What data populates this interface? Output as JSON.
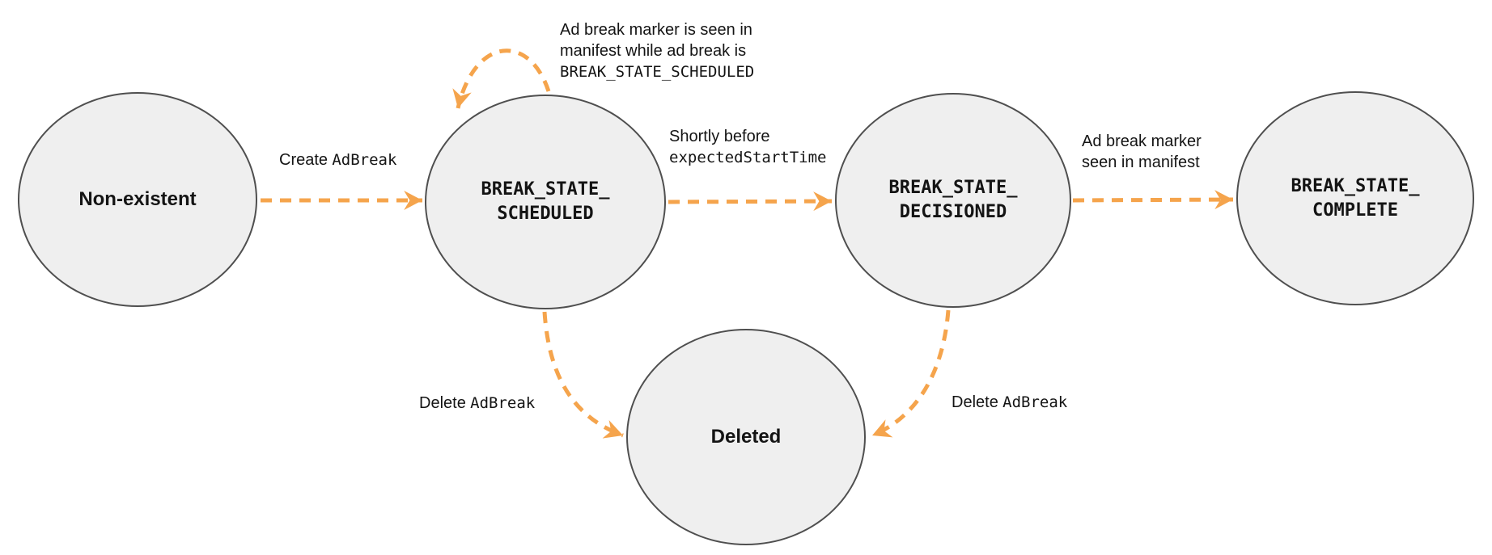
{
  "colors": {
    "arrow": "#F5A44C",
    "node_fill": "#EFEFEF",
    "node_border": "#4F4F4F",
    "text": "#141414"
  },
  "states": {
    "non_existent": {
      "label": "Non-existent"
    },
    "scheduled": {
      "line1": "BREAK_STATE_",
      "line2": "SCHEDULED"
    },
    "decisioned": {
      "line1": "BREAK_STATE_",
      "line2": "DECISIONED"
    },
    "complete": {
      "line1": "BREAK_STATE_",
      "line2": "COMPLETE"
    },
    "deleted": {
      "label": "Deleted"
    }
  },
  "edges": {
    "create": {
      "sans": "Create",
      "mono": "AdBreak"
    },
    "self_loop": {
      "line1": "Ad break marker is seen in",
      "line2": "manifest while ad break is",
      "line3": "BREAK_STATE_SCHEDULED"
    },
    "to_decisioned": {
      "line1_sans": "Shortly before",
      "line2_mono": "expectedStartTime"
    },
    "to_complete": {
      "line1": "Ad break marker",
      "line2": "seen in manifest"
    },
    "delete_from_scheduled": {
      "sans": "Delete",
      "mono": "AdBreak"
    },
    "delete_from_decisioned": {
      "sans": "Delete",
      "mono": "AdBreak"
    }
  }
}
